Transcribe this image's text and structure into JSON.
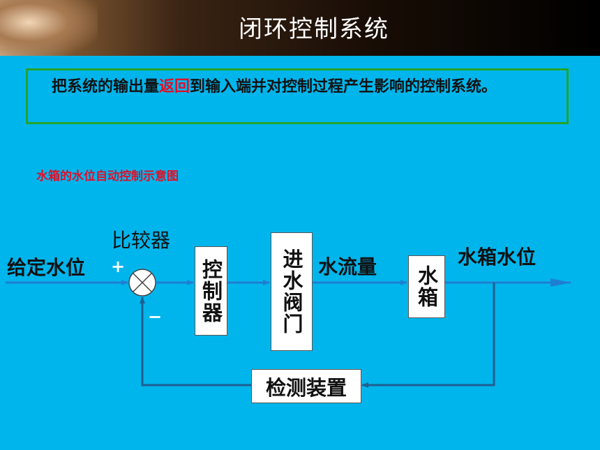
{
  "slide": {
    "title": "闭环控制系统",
    "definition": {
      "before": "　把系统的输出量",
      "highlight": "返回",
      "after": "到输入端并对控制过程产生影响的控制系统。"
    }
  },
  "diagram": {
    "caption": "水箱的水位自动控制示意图",
    "input_label": "给定水位",
    "comparator_label": "比较器",
    "plus_sign": "+",
    "minus_sign": "−",
    "blocks": {
      "controller": "控制器",
      "valve": "进水阀门",
      "tank": "水箱",
      "sensor": "检测装置"
    },
    "flow_label": "水流量",
    "output_label": "水箱水位",
    "colors": {
      "arrow": "#1e7fd0",
      "feedback": "#1f5f8f",
      "highlight": "#e0102a",
      "border": "#22a52a"
    }
  }
}
